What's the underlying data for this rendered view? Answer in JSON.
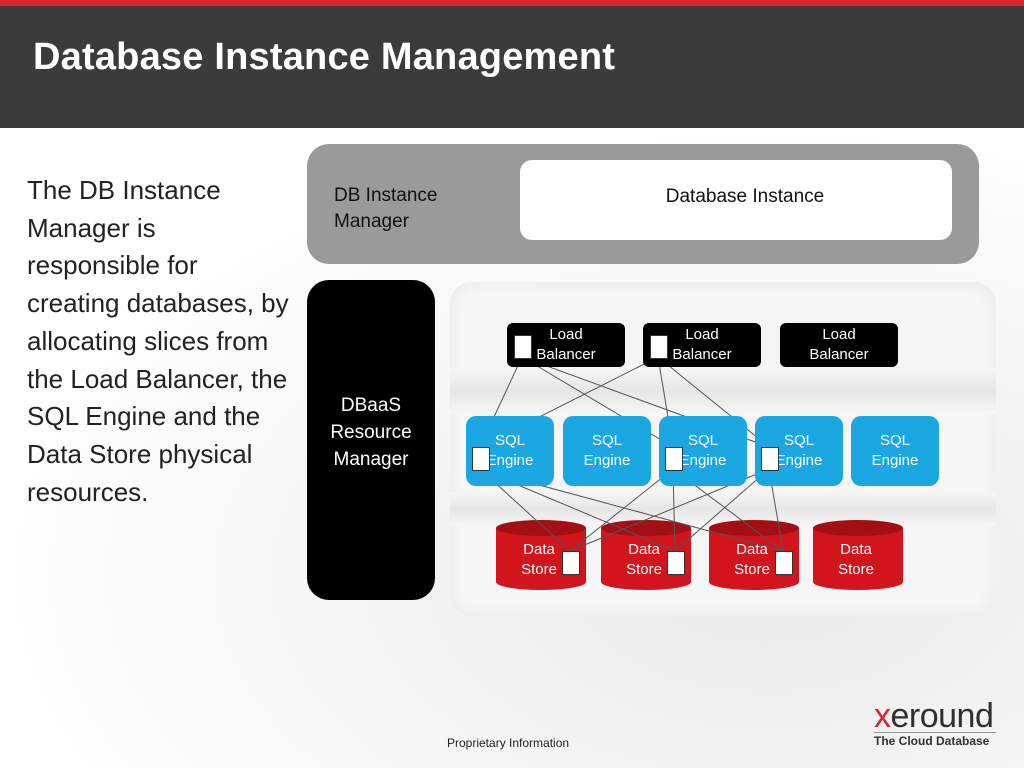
{
  "slide": {
    "title": "Database Instance Management",
    "body_text": "The DB Instance Manager is responsible for creating databases, by allocating slices from the Load Balancer, the SQL Engine and the Data Store physical resources.",
    "footer": "Proprietary Information"
  },
  "diagram": {
    "manager_label": "DB Instance Manager",
    "instance_label": "Database Instance",
    "dbaas_label": "DBaaS Resource Manager",
    "load_balancers": [
      {
        "label": "Load Balancer",
        "allocated": true
      },
      {
        "label": "Load Balancer",
        "allocated": true
      },
      {
        "label": "Load Balancer",
        "allocated": false
      }
    ],
    "sql_engines": [
      {
        "label": "SQL Engine",
        "allocated": true
      },
      {
        "label": "SQL Engine",
        "allocated": false
      },
      {
        "label": "SQL Engine",
        "allocated": true
      },
      {
        "label": "SQL Engine",
        "allocated": true
      },
      {
        "label": "SQL Engine",
        "allocated": false
      }
    ],
    "data_stores": [
      {
        "label": "Data Store",
        "allocated": true
      },
      {
        "label": "Data Store",
        "allocated": true
      },
      {
        "label": "Data Store",
        "allocated": true
      },
      {
        "label": "Data Store",
        "allocated": false
      }
    ],
    "colors": {
      "load_balancer": "#000000",
      "sql_engine": "#1ba7e1",
      "data_store": "#d2151c",
      "header": "#3b3b3b",
      "accent": "#d8262e"
    }
  },
  "logo": {
    "brand": "xeround",
    "tagline": "The Cloud Database"
  }
}
